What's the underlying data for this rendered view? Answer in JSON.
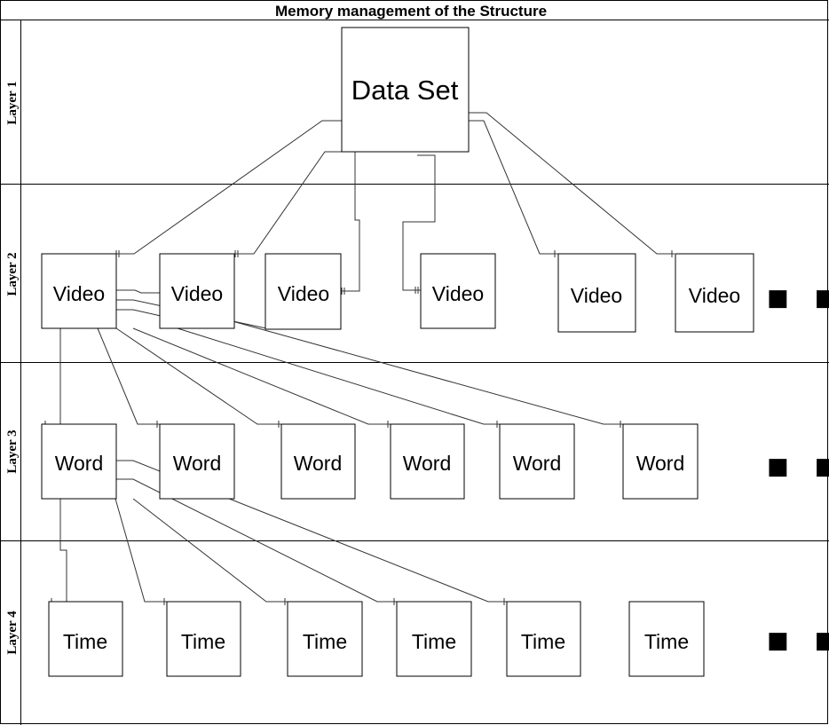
{
  "diagram": {
    "title": "Memory management of the Structure",
    "lanes": [
      "Layer 1",
      "Layer 2",
      "Layer 3",
      "Layer 4"
    ],
    "root": "Data Set",
    "layer2_nodes": [
      "Video",
      "Video",
      "Video",
      "Video",
      "Video",
      "Video"
    ],
    "layer3_nodes": [
      "Word",
      "Word",
      "Word",
      "Word",
      "Word",
      "Word"
    ],
    "layer4_nodes": [
      "Time",
      "Time",
      "Time",
      "Time",
      "Time",
      "Time"
    ],
    "continuation": "■ ■ ■"
  }
}
